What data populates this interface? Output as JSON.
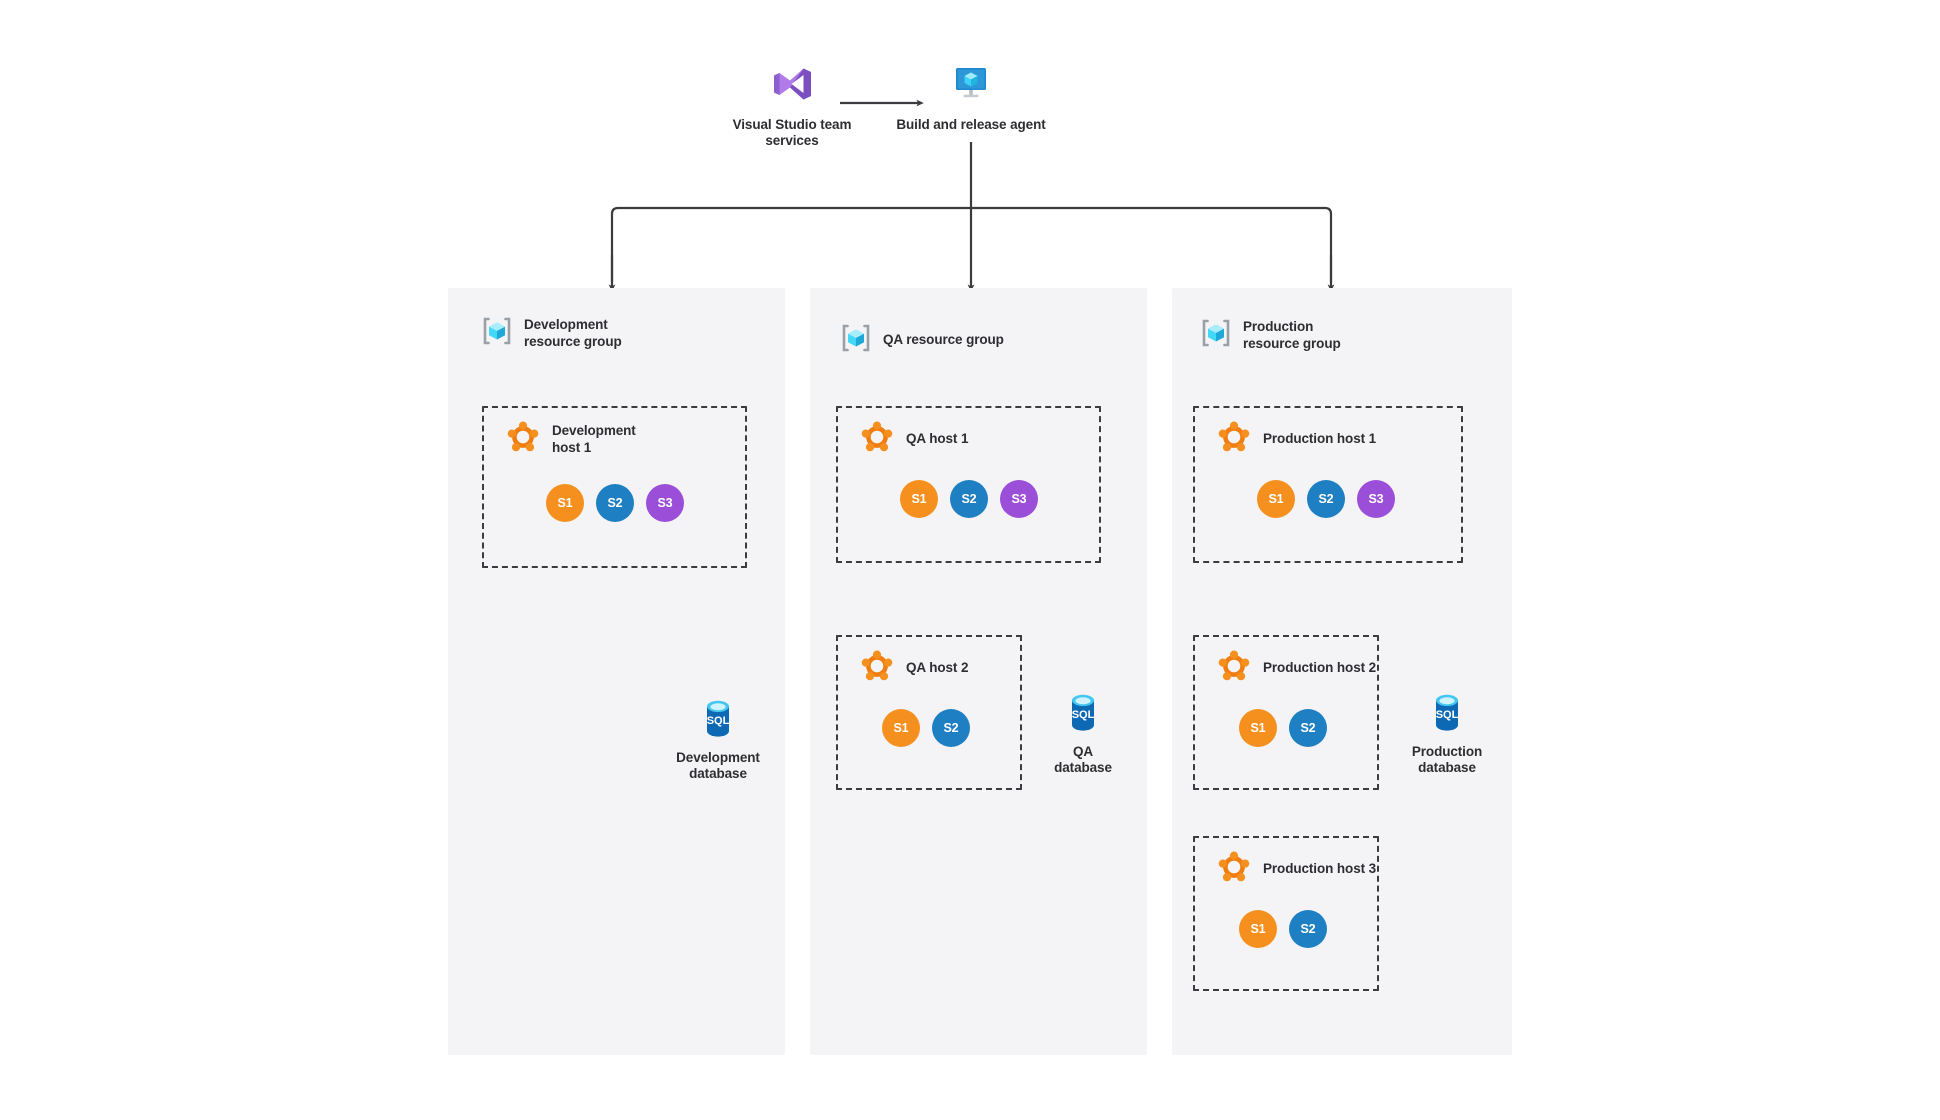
{
  "diagram": {
    "title": "Azure Service Fabric multi-environment deployment",
    "background": "#ffffff",
    "panel_bg": "#f4f4f6",
    "line_color": "#3b3b40",
    "text_color": "#2e2e32"
  },
  "colors": {
    "service_s1": "#F5901F",
    "service_s2": "#1E7FC2",
    "service_s3": "#9B4FD8",
    "cube_light": "#58E1FB",
    "cube_mid": "#2BB8E8",
    "cube_dark": "#1E88C8",
    "bracket": "#9aa0a6",
    "sql_top": "#43C6F0",
    "sql_body": "#0E69B5",
    "vs_purple_light": "#B07BE8",
    "vs_purple_dark": "#6B3FA0",
    "monitor_blue": "#1C8AD0"
  },
  "pipeline": {
    "source": {
      "label": "Visual Studio\nteam services",
      "icon": "visual-studio-icon"
    },
    "agent": {
      "label": "Build and\nrelease agent",
      "icon": "build-release-agent-icon"
    },
    "arrow_label": ""
  },
  "resource_groups": [
    {
      "id": "development",
      "label": "Development\nresource group",
      "icon": "resource-group-icon",
      "hosts": [
        {
          "id": "development-host-1",
          "label": "Development\nhost 1",
          "icon": "service-fabric-host-icon",
          "services": [
            {
              "label": "S1",
              "color": "#F5901F"
            },
            {
              "label": "S2",
              "color": "#1E7FC2"
            },
            {
              "label": "S3",
              "color": "#9B4FD8"
            }
          ]
        }
      ],
      "database": {
        "id": "development-database",
        "label": "Development\ndatabase",
        "icon": "sql-database-icon",
        "badge": "SQL"
      }
    },
    {
      "id": "qa",
      "label": "QA resource group",
      "icon": "resource-group-icon",
      "hosts": [
        {
          "id": "qa-host-1",
          "label": "QA host 1",
          "icon": "service-fabric-host-icon",
          "services": [
            {
              "label": "S1",
              "color": "#F5901F"
            },
            {
              "label": "S2",
              "color": "#1E7FC2"
            },
            {
              "label": "S3",
              "color": "#9B4FD8"
            }
          ]
        },
        {
          "id": "qa-host-2",
          "label": "QA host 2",
          "icon": "service-fabric-host-icon",
          "services": [
            {
              "label": "S1",
              "color": "#F5901F"
            },
            {
              "label": "S2",
              "color": "#1E7FC2"
            }
          ]
        }
      ],
      "database": {
        "id": "qa-database",
        "label": "QA\ndatabase",
        "icon": "sql-database-icon",
        "badge": "SQL"
      }
    },
    {
      "id": "production",
      "label": "Production\nresource group",
      "icon": "resource-group-icon",
      "hosts": [
        {
          "id": "production-host-1",
          "label": "Production host 1",
          "icon": "service-fabric-host-icon",
          "services": [
            {
              "label": "S1",
              "color": "#F5901F"
            },
            {
              "label": "S2",
              "color": "#1E7FC2"
            },
            {
              "label": "S3",
              "color": "#9B4FD8"
            }
          ]
        },
        {
          "id": "production-host-2",
          "label": "Production host 2",
          "icon": "service-fabric-host-icon",
          "services": [
            {
              "label": "S1",
              "color": "#F5901F"
            },
            {
              "label": "S2",
              "color": "#1E7FC2"
            }
          ]
        },
        {
          "id": "production-host-3",
          "label": "Production host 3",
          "icon": "service-fabric-host-icon",
          "services": [
            {
              "label": "S1",
              "color": "#F5901F"
            },
            {
              "label": "S2",
              "color": "#1E7FC2"
            }
          ]
        }
      ],
      "database": {
        "id": "production-database",
        "label": "Production\ndatabase",
        "icon": "sql-database-icon",
        "badge": "SQL"
      }
    }
  ]
}
